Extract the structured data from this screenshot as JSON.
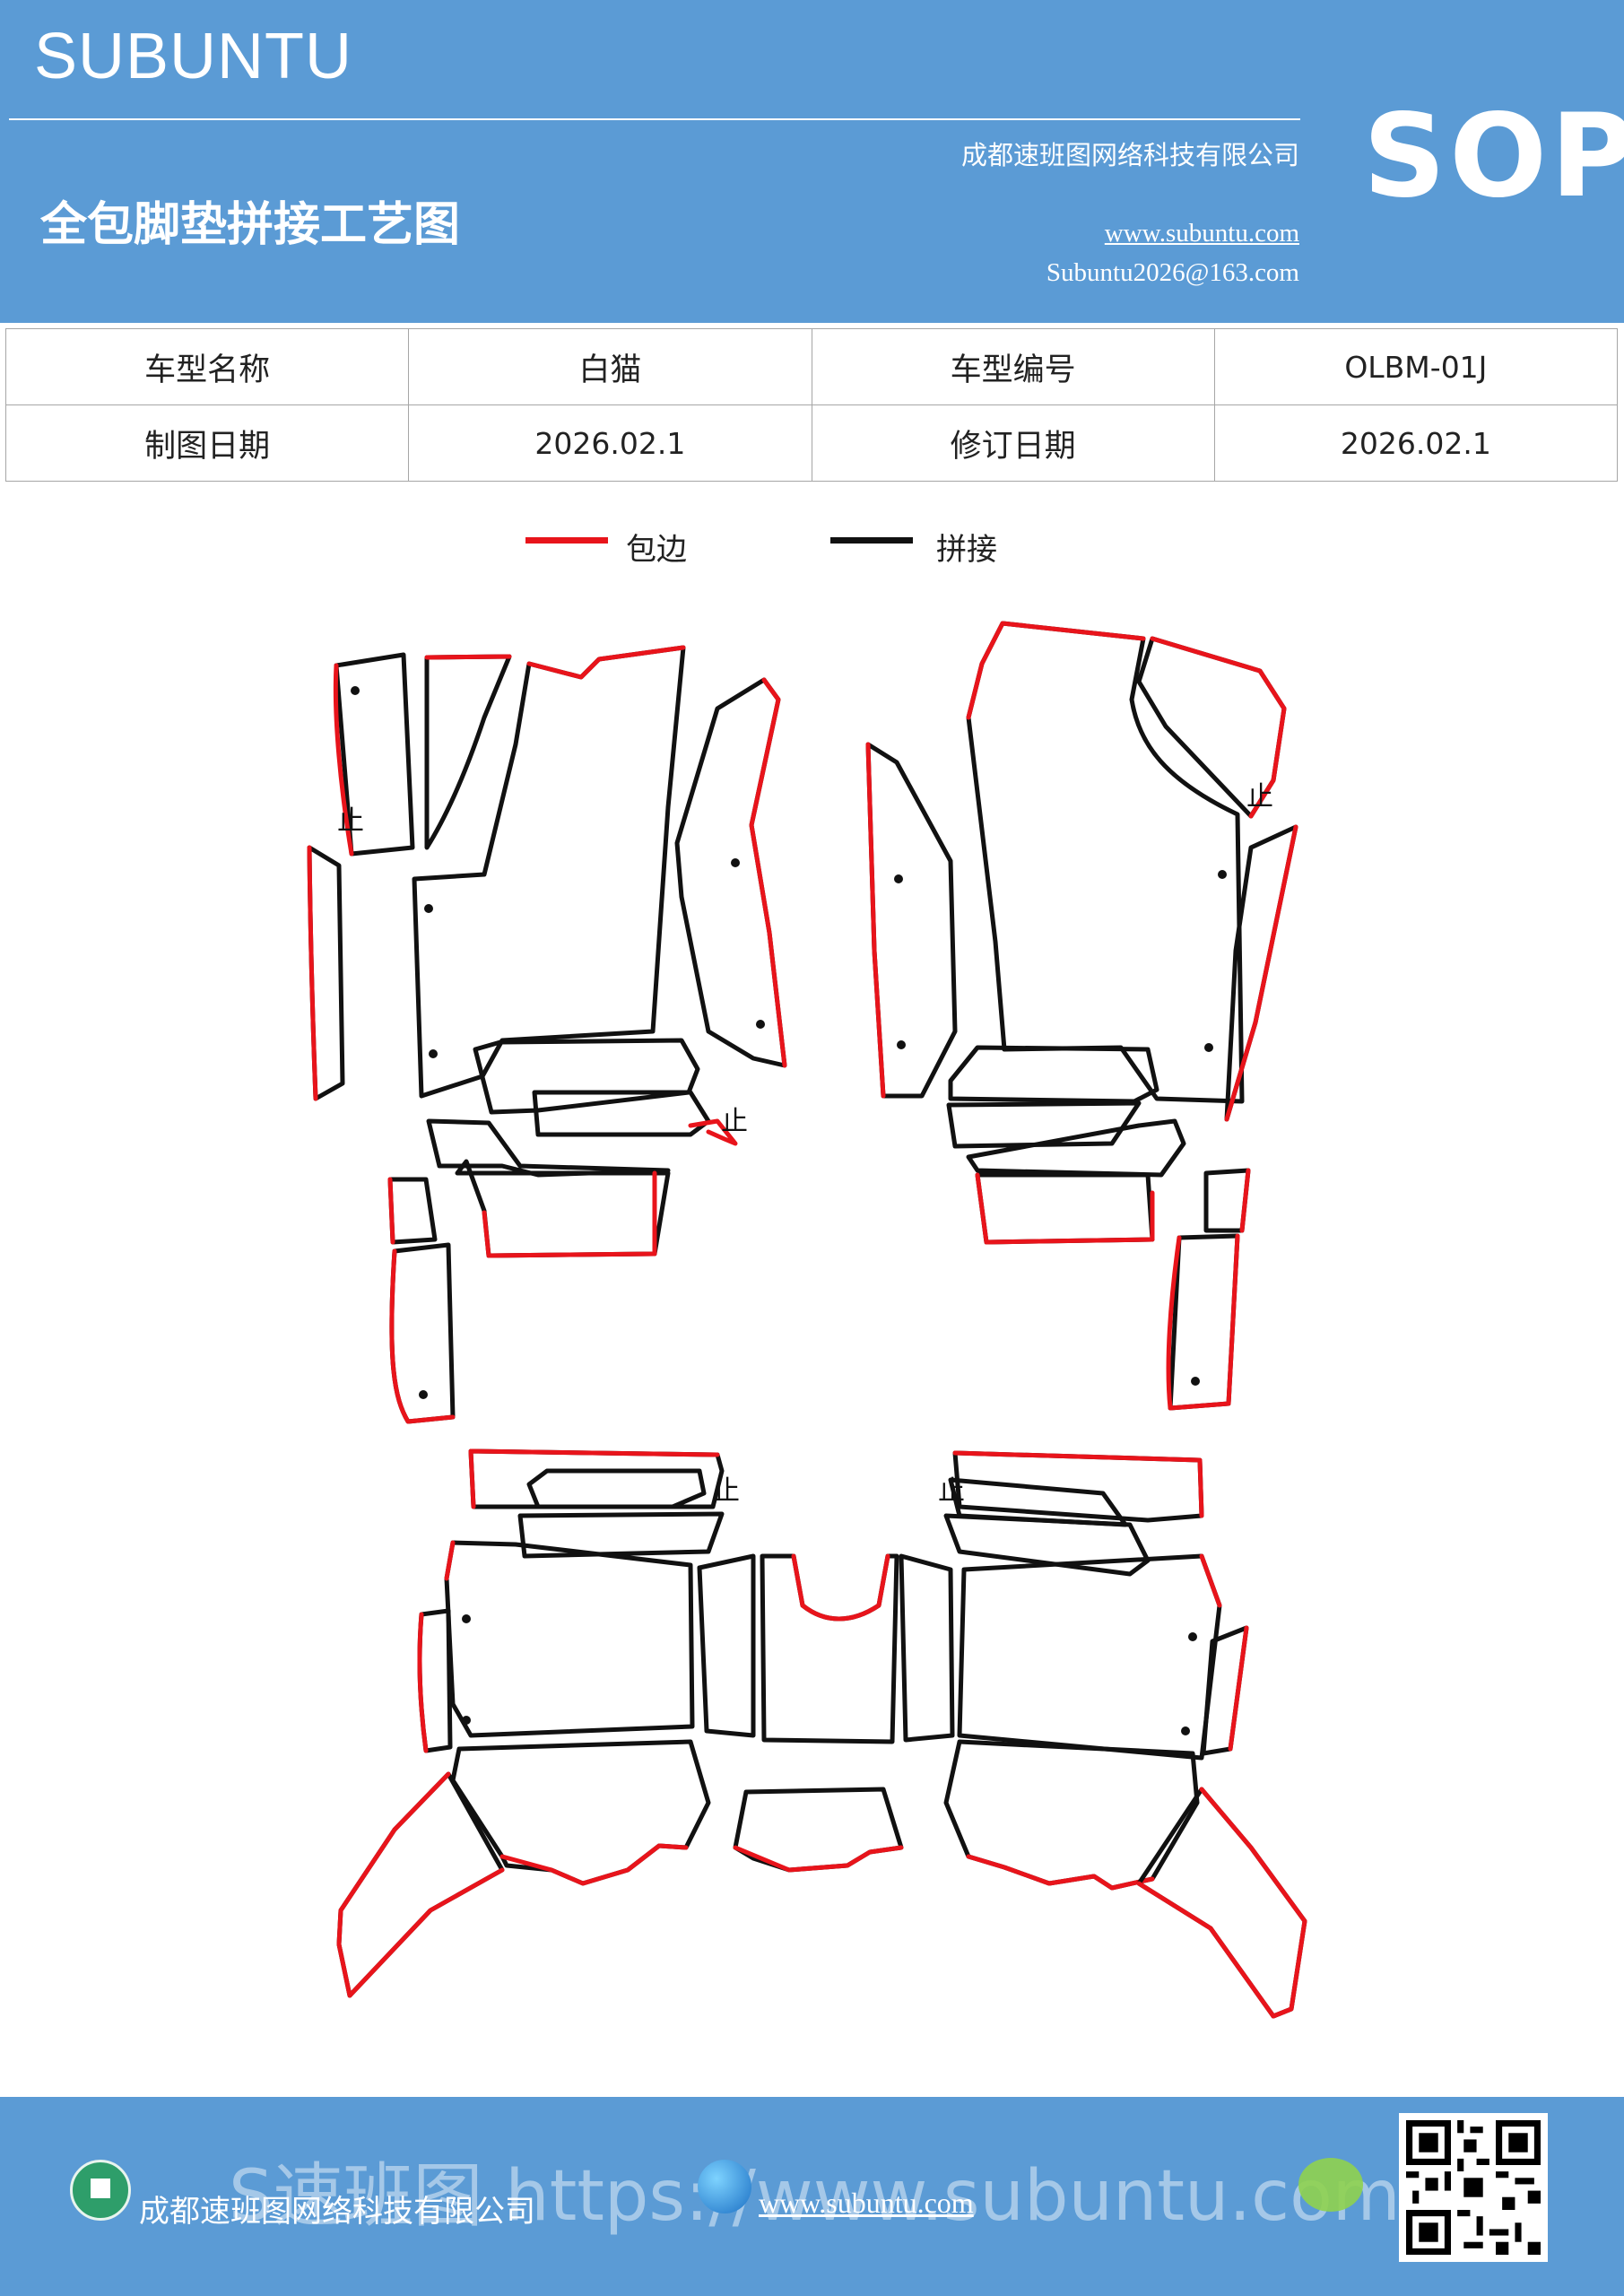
{
  "header": {
    "brand": "SUBUNTU",
    "doc_type": "SOP",
    "title": "全包脚垫拼接工艺图",
    "company": "成都速班图网络科技有限公司",
    "website": "www.subuntu.com",
    "email": "Subuntu2026@163.com"
  },
  "info_table": {
    "model_name_label": "车型名称",
    "model_name": "白猫",
    "model_code_label": "车型编号",
    "model_code": "OLBM-01J",
    "draw_date_label": "制图日期",
    "draw_date": "2026.02.1",
    "revision_date_label": "修订日期",
    "revision_date": "2026.02.1"
  },
  "legend": {
    "edge_label": "包边",
    "edge_color": "#e8141b",
    "join_label": "拼接",
    "join_color": "#111111"
  },
  "drawing": {
    "stop_mark": "止"
  },
  "footer": {
    "company": "成都速班图网络科技有限公司",
    "website": "www.subuntu.com",
    "watermark": "S速班图 https://www.subuntu.com"
  }
}
